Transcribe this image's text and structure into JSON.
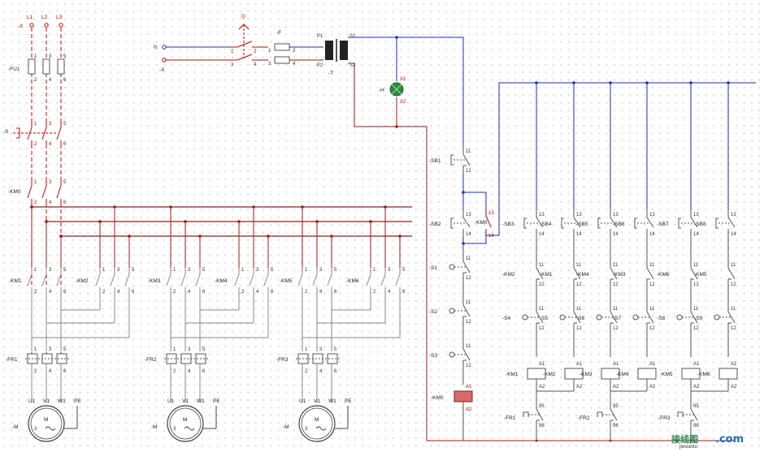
{
  "phases": [
    "L1",
    "L2",
    "L3"
  ],
  "supply_terminal": "-X",
  "fuse_main": "-FU1",
  "main_switch": "-S",
  "main_contactor": "-KM0",
  "motor_contactors": [
    "-KM1",
    "-KM2",
    "-KM3",
    "-KM4",
    "-KM5",
    "-KM6"
  ],
  "overloads": [
    "-FR1",
    "-FR2",
    "-FR3"
  ],
  "motor_label": "-M",
  "motor_symbol": "M",
  "motor_phase_count": "3",
  "motor_terminals": [
    "U1",
    "V1",
    "W1",
    "PE"
  ],
  "terminal_numbers_top": [
    "1",
    "3",
    "5"
  ],
  "terminal_numbers_bottom": [
    "2",
    "4",
    "6"
  ],
  "control": {
    "transformer_label": "-T",
    "lamp_label": "-H",
    "lamp_terminals": [
      "X1",
      "X2"
    ],
    "transformer_terminals": [
      "P1",
      "P2",
      "S1",
      "S2"
    ],
    "input_terminals": [
      "N",
      "-X"
    ],
    "ctrl_fuse_label": "-F",
    "ctrl_fuse_terms": [
      "1",
      "2",
      "3",
      "4"
    ],
    "stop_button": "-SB1",
    "start_button": "-SB2",
    "main_self_hold": "-KM0",
    "limit_switches": [
      "-S1",
      "-S2",
      "-S3"
    ],
    "km0_coil": "-KM0",
    "buttons": [
      "-SB3",
      "-SB4",
      "-SB5",
      "-SB6",
      "-SB7",
      "-SB8"
    ],
    "interlock_contacts": [
      "-KM2",
      "-KM1",
      "-KM4",
      "-KM3",
      "-KM6",
      "-KM5"
    ],
    "selector_switches": [
      "-S4",
      "-S5",
      "-S6",
      "-S7",
      "-S8",
      "-S9"
    ],
    "coils": [
      "-KM1",
      "-KM2",
      "-KM3",
      "-KM4",
      "-KM5",
      "-KM6"
    ],
    "overload_contacts": [
      "-FR1",
      "-FR2",
      "-FR3"
    ],
    "contact_numbers": [
      "11",
      "12",
      "13",
      "14",
      "A1",
      "A2",
      "95",
      "96"
    ]
  },
  "watermark": {
    "text": "接线图",
    "site": ".com",
    "sub": "jiexiantu"
  },
  "colors": {
    "power_wire": "#cc0000",
    "control_wire": "#cc0000",
    "bus_wire": "#1a2eb8",
    "component": "#555555",
    "grid_dot": "#c9c9c9",
    "lamp": "#2e8b3e"
  }
}
